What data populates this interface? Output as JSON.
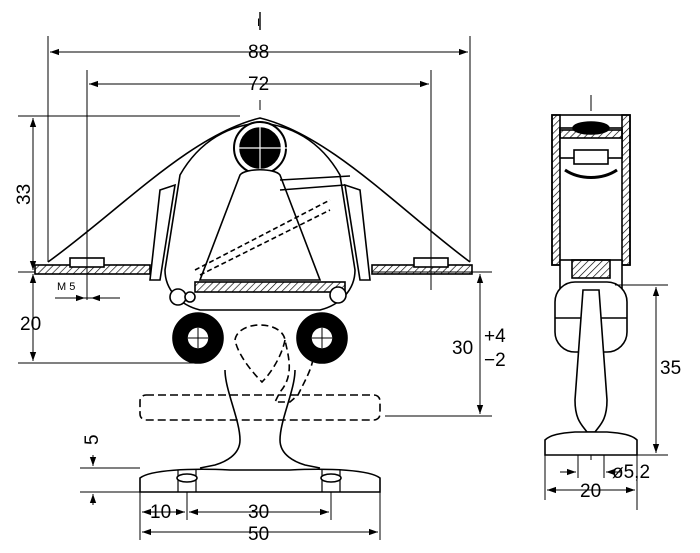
{
  "drawing": {
    "top_label": "I",
    "dimensions": {
      "overall_width": "88",
      "hole_spacing": "72",
      "height_upper": "33",
      "height_lower": "20",
      "thread": "M 5",
      "clearance_value": "30",
      "clearance_tol_plus": "+4",
      "clearance_tol_minus": "−2",
      "side_height": "35",
      "foot_thickness": "5",
      "foot_offset": "10",
      "foot_hole_spacing": "30",
      "foot_length": "50",
      "side_hole_dia": "ø5,2",
      "side_width": "20"
    }
  }
}
